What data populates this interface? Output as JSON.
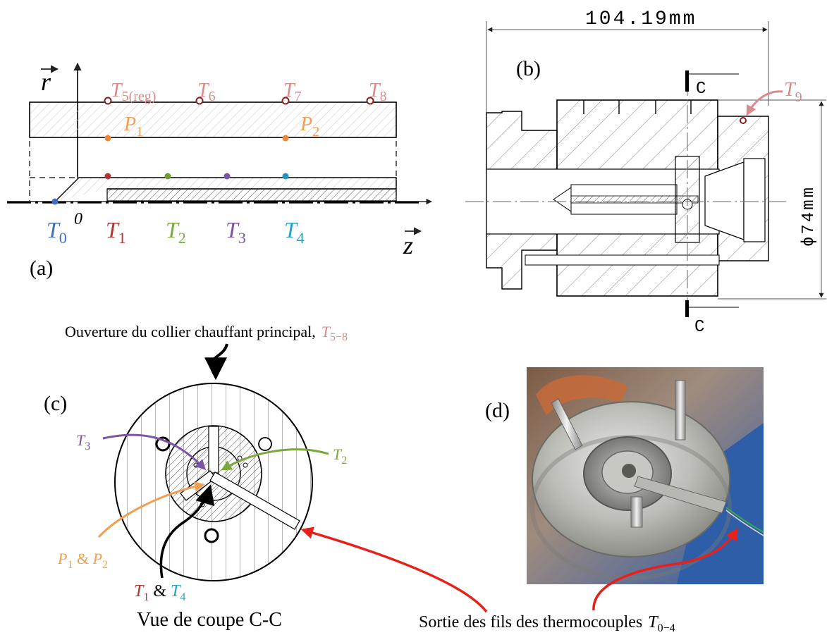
{
  "panel_a": {
    "tag": "(a)",
    "axis_r": "r",
    "axis_z": "z",
    "origin": "0",
    "sensors_top": [
      {
        "sym": "T",
        "sub": "5(reg)",
        "color": "#d98c8c"
      },
      {
        "sym": "T",
        "sub": "6",
        "color": "#d98c8c"
      },
      {
        "sym": "T",
        "sub": "7",
        "color": "#d98c8c"
      },
      {
        "sym": "T",
        "sub": "8",
        "color": "#d98c8c"
      }
    ],
    "pressure": [
      {
        "sym": "P",
        "sub": "1",
        "color": "#f0a050"
      },
      {
        "sym": "P",
        "sub": "2",
        "color": "#f0a050"
      }
    ],
    "sensors_axis": [
      {
        "sym": "T",
        "sub": "0",
        "color": "#3f6fb8"
      },
      {
        "sym": "T",
        "sub": "1",
        "color": "#b03535"
      },
      {
        "sym": "T",
        "sub": "2",
        "color": "#7aa83c"
      },
      {
        "sym": "T",
        "sub": "3",
        "color": "#7b55a3"
      },
      {
        "sym": "T",
        "sub": "4",
        "color": "#2aa2c2"
      }
    ]
  },
  "panel_b": {
    "tag": "(b)",
    "width_dim": "104.19mm",
    "diameter_dim": "ϕ74mm",
    "section_mark": "C",
    "sensor": {
      "sym": "T",
      "sub": "9",
      "color": "#d98c8c"
    }
  },
  "panel_c": {
    "tag": "(c)",
    "heater_label": "Ouverture du collier chauffant principal,",
    "heater_sym": "T",
    "heater_sub": "5−8",
    "t3": {
      "sym": "T",
      "sub": "3",
      "color": "#7b55a3"
    },
    "t2": {
      "sym": "T",
      "sub": "2",
      "color": "#7aa83c"
    },
    "p_label": {
      "a": "P",
      "a_sub": "1",
      "amp": " & ",
      "b": "P",
      "b_sub": "2",
      "color": "#f0a050"
    },
    "t_label": {
      "a": "T",
      "a_sub": "1",
      "a_color": "#b03535",
      "amp": " & ",
      "b": "T",
      "b_sub": "4",
      "b_color": "#2aa2c2"
    },
    "caption": "Vue de coupe C-C"
  },
  "panel_d": {
    "tag": "(d)"
  },
  "bottom_caption": {
    "text": "Sortie des fils des thermocouples",
    "sym": "T",
    "sub": "0−4"
  },
  "colors": {
    "t_pink": "#d98c8c",
    "t1_red": "#b03535",
    "t2_green": "#7aa83c",
    "t3_purple": "#7b55a3",
    "t4_cyan": "#2aa2c2",
    "t0_blue": "#3f6fb8",
    "p_orange": "#f0a050",
    "arrow_red": "#e8201a"
  }
}
